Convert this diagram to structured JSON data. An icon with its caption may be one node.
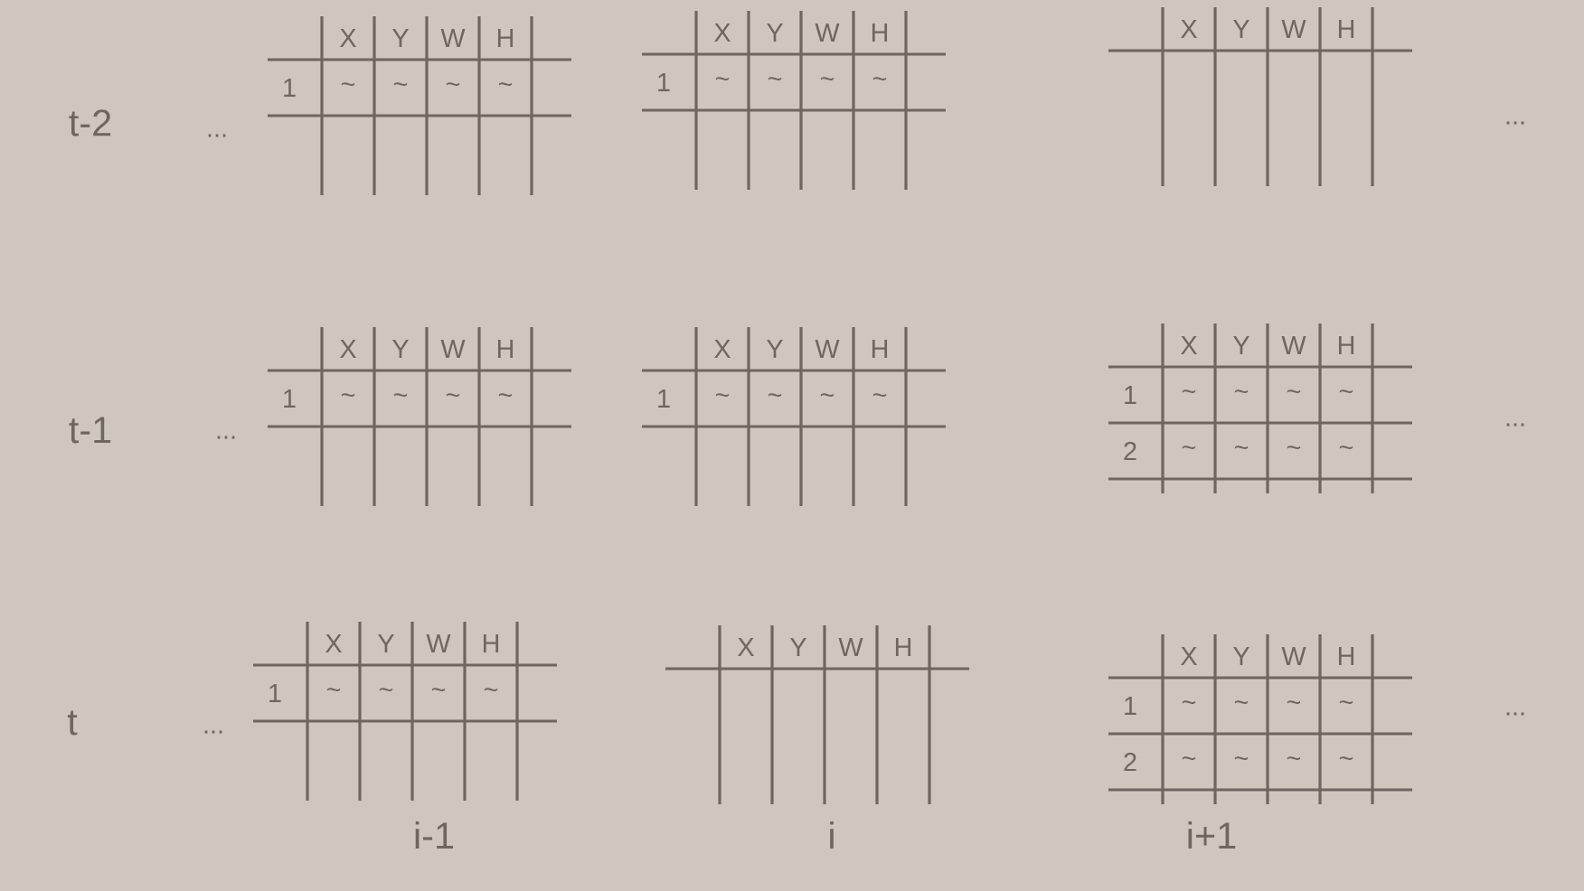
{
  "diagram": {
    "labels": [
      "t-2",
      "...",
      "X",
      "Y",
      "W",
      "H",
      "1",
      "~",
      "~",
      "~",
      "~",
      "X",
      "Y",
      "W",
      "H",
      "1",
      "~",
      "~",
      "~",
      "~",
      "X",
      "Y",
      "W",
      "H",
      "...",
      "t-1",
      "...",
      "X",
      "Y",
      "W",
      "H",
      "1",
      "~",
      "~",
      "~",
      "~",
      "X",
      "Y",
      "W",
      "H",
      "1",
      "~",
      "~",
      "~",
      "~",
      "X",
      "Y",
      "W",
      "H",
      "1",
      "~",
      "~",
      "~",
      "~",
      "2",
      "~",
      "~",
      "~",
      "~",
      "...",
      "t",
      "...",
      "X",
      "Y",
      "W",
      "H",
      "1",
      "~",
      "~",
      "~",
      "~",
      "X",
      "Y",
      "W",
      "H",
      "X",
      "Y",
      "W",
      "H",
      "1",
      "~",
      "~",
      "~",
      "~",
      "2",
      "~",
      "~",
      "~",
      "~",
      "...",
      "i-1",
      "i",
      "i+1"
    ]
  }
}
